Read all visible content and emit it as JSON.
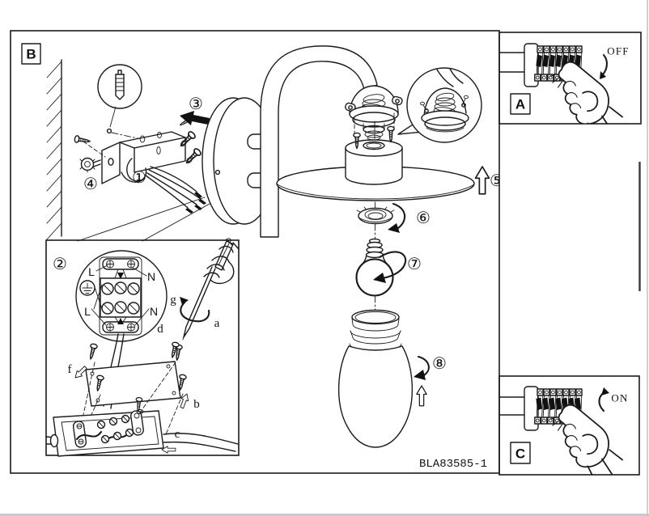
{
  "page": {
    "paper_color": "#ffffff",
    "ink_color": "#1b1b1b"
  },
  "panel_b": {
    "label": "B",
    "part_number": "BLA83585-1"
  },
  "panel_a": {
    "label": "A",
    "status": "OFF"
  },
  "panel_c": {
    "label": "C",
    "status": "ON"
  },
  "steps": {
    "s1": "①",
    "s2": "②",
    "s3": "③",
    "s4": "④",
    "s5": "⑤",
    "s6": "⑥",
    "s7": "⑦",
    "s8": "⑧"
  },
  "terminals": {
    "top_live": "L",
    "top_neutral": "N",
    "bottom_live": "L",
    "bottom_neutral": "N"
  },
  "callouts": {
    "a": "a",
    "b": "b",
    "c": "c",
    "d": "d",
    "e": "e",
    "f": "f",
    "g": "g"
  }
}
